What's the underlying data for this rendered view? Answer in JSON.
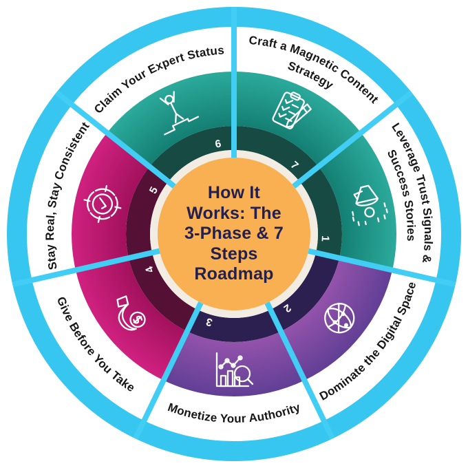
{
  "center": {
    "title": "How It\nWorks: The\n3-Phase & 7\nSteps\nRoadmap"
  },
  "wheel": {
    "segments": [
      {
        "number": "1",
        "label_lines": [
          "Leverage Trust Signals &",
          "Success Stories"
        ],
        "phase": "teal",
        "icon": "megaphone-announcement-icon"
      },
      {
        "number": "2",
        "label_lines": [
          "Dominate the Digital Space"
        ],
        "phase": "purple",
        "icon": "globe-network-icon"
      },
      {
        "number": "3",
        "label_lines": [
          "Monetize Your Authority"
        ],
        "phase": "purple",
        "icon": "analytics-magnifier-icon"
      },
      {
        "number": "4",
        "label_lines": [
          "Give Before You Take"
        ],
        "phase": "magenta",
        "icon": "hand-coin-icon"
      },
      {
        "number": "5",
        "label_lines": [
          "Stay Real, Stay Consistent"
        ],
        "phase": "magenta",
        "icon": "target-check-icon"
      },
      {
        "number": "6",
        "label_lines": [
          "Claim Your Expert Status"
        ],
        "phase": "teal",
        "icon": "winner-podium-icon"
      },
      {
        "number": "7",
        "label_lines": [
          "Craft a Magnetic Content",
          "Strategy"
        ],
        "phase": "teal",
        "icon": "clipboard-checklist-icon"
      }
    ],
    "phases": {
      "teal": {
        "inner": "#11796e",
        "outer": "#2baa9b",
        "dark": "#164a42"
      },
      "magenta": {
        "inner": "#9c0f58",
        "outer": "#d02180",
        "dark": "#551036"
      },
      "purple": {
        "inner": "#9a55ae",
        "outer": "#613f95",
        "dark": "#2c2050"
      }
    },
    "colors": {
      "outer_ring": "#36c6f0",
      "divider": "#41cdf4",
      "label_ring": "#ffffff",
      "center_fill": "#f9b052",
      "center_ring": "#f2ece3",
      "center_text": "#23204f",
      "label_text": "#161616",
      "number_text": "#ffffff",
      "icon_stroke": "#ffffff"
    }
  }
}
